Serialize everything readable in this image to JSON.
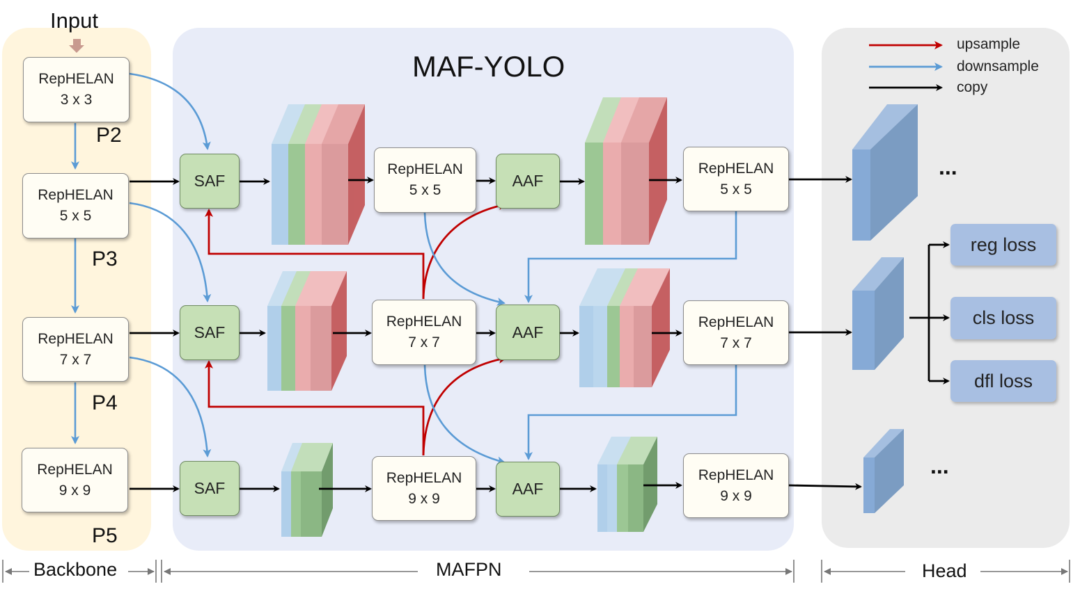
{
  "title": "MAF-YOLO",
  "input_label": "Input",
  "backbone": {
    "blocks": [
      {
        "name": "RepHELAN",
        "kernel": "3 x 3"
      },
      {
        "name": "RepHELAN",
        "kernel": "5 x 5"
      },
      {
        "name": "RepHELAN",
        "kernel": "7 x 7"
      },
      {
        "name": "RepHELAN",
        "kernel": "9 x 9"
      }
    ],
    "levels": [
      "P2",
      "P3",
      "P4",
      "P5"
    ]
  },
  "neck": {
    "saf_label": "SAF",
    "aaf_label": "AAF",
    "mid_blocks": [
      {
        "name": "RepHELAN",
        "kernel": "5 x 5"
      },
      {
        "name": "RepHELAN",
        "kernel": "7 x 7"
      },
      {
        "name": "RepHELAN",
        "kernel": "9 x 9"
      }
    ],
    "out_blocks": [
      {
        "name": "RepHELAN",
        "kernel": "5 x 5"
      },
      {
        "name": "RepHELAN",
        "kernel": "7 x 7"
      },
      {
        "name": "RepHELAN",
        "kernel": "9 x 9"
      }
    ]
  },
  "head": {
    "ellipsis": "...",
    "losses": [
      "reg loss",
      "cls loss",
      "dfl loss"
    ]
  },
  "legend": {
    "items": [
      {
        "label": "upsample",
        "color": "#c00000"
      },
      {
        "label": "downsample",
        "color": "#5b9bd5"
      },
      {
        "label": "copy",
        "color": "#000000"
      }
    ]
  },
  "sections": [
    "Backbone",
    "MAFPN",
    "Head"
  ],
  "colors": {
    "backbone_bg": "#fff5dd",
    "neck_bg": "#e8ecf8",
    "head_bg": "#ebebeb",
    "fusion_green": "#c6e0b6",
    "loss_blue": "#a8bfe2",
    "head_feature_blue": "#7fa3cc"
  }
}
